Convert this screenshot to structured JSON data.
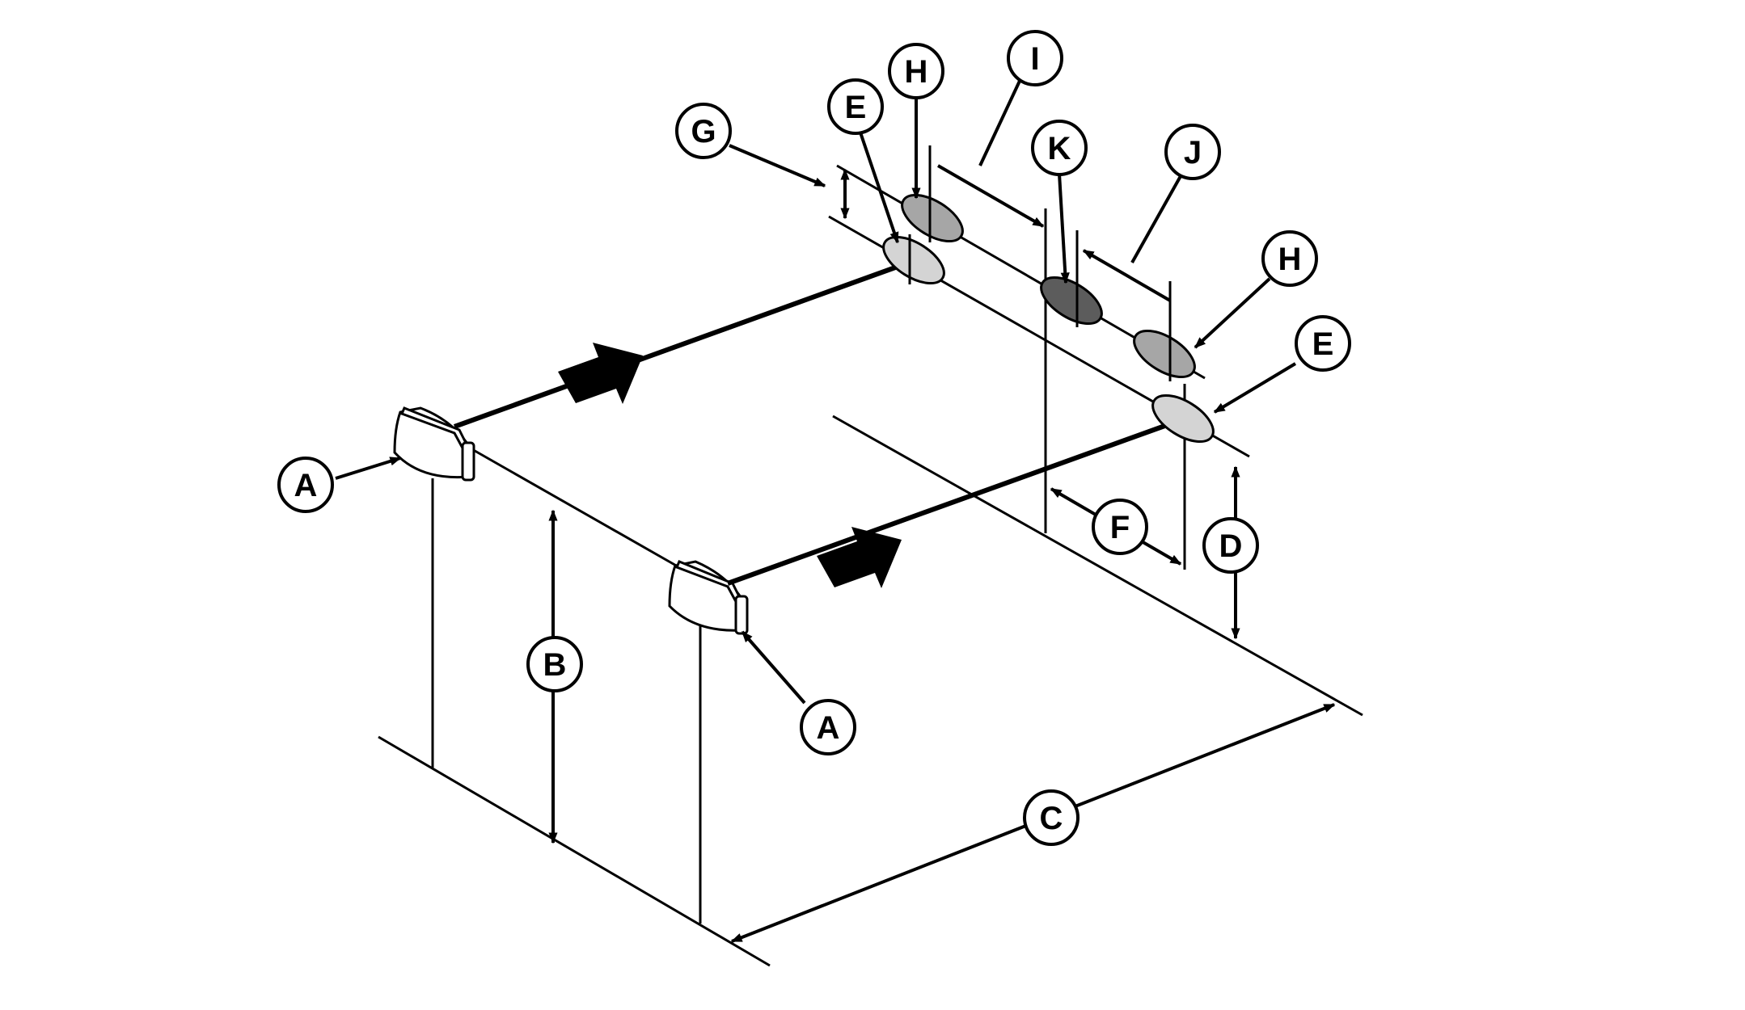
{
  "labels": {
    "a1": "A",
    "a2": "A",
    "b": "B",
    "c": "C",
    "d": "D",
    "e1": "E",
    "e2": "E",
    "f": "F",
    "g": "G",
    "h1": "H",
    "h2": "H",
    "i": "I",
    "j": "J",
    "k": "K"
  },
  "colors": {
    "line": "#000000",
    "background": "#ffffff",
    "spot_light": "#d4d4d4",
    "spot_medium": "#a6a6a6",
    "spot_dark": "#5c5c5c"
  }
}
